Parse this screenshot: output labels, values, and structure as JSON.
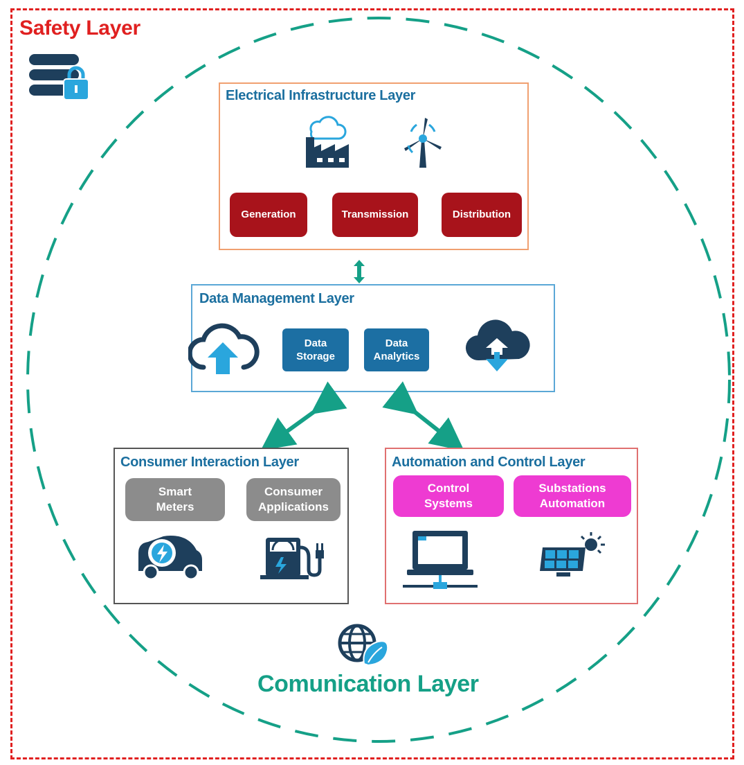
{
  "safety_layer": {
    "title": "Safety Layer"
  },
  "electrical_layer": {
    "title": "Electrical Infrastructure Layer",
    "items": [
      "Generation",
      "Transmission",
      "Distribution"
    ]
  },
  "data_layer": {
    "title": "Data Management Layer",
    "items": [
      "Data\nStorage",
      "Data\nAnalytics"
    ]
  },
  "consumer_layer": {
    "title": "Consumer Interaction Layer",
    "items": [
      "Smart\nMeters",
      "Consumer\nApplications"
    ]
  },
  "automation_layer": {
    "title": "Automation and Control Layer",
    "items": [
      "Control\nSystems",
      "Substations\nAutomation"
    ]
  },
  "communication_layer": {
    "title": "Comunication Layer"
  },
  "colors": {
    "safety": "#e02020",
    "communication": "#15a087",
    "title_blue": "#1b6f9f",
    "icon_navy": "#1e3f5c",
    "icon_light_blue": "#2aa6dd",
    "red_pill": "#a8131b",
    "blue_pill": "#1c6fa3",
    "gray_pill": "#8c8c8c",
    "pink_pill": "#ee3bd2"
  },
  "icons": [
    "database-lock-icon",
    "factory-icon",
    "wind-turbine-icon",
    "cloud-upload-icon",
    "cloud-download-icon",
    "electric-car-icon",
    "charging-station-icon",
    "computer-network-icon",
    "solar-panel-icon",
    "globe-leaf-icon",
    "bidirectional-arrow-icon"
  ]
}
